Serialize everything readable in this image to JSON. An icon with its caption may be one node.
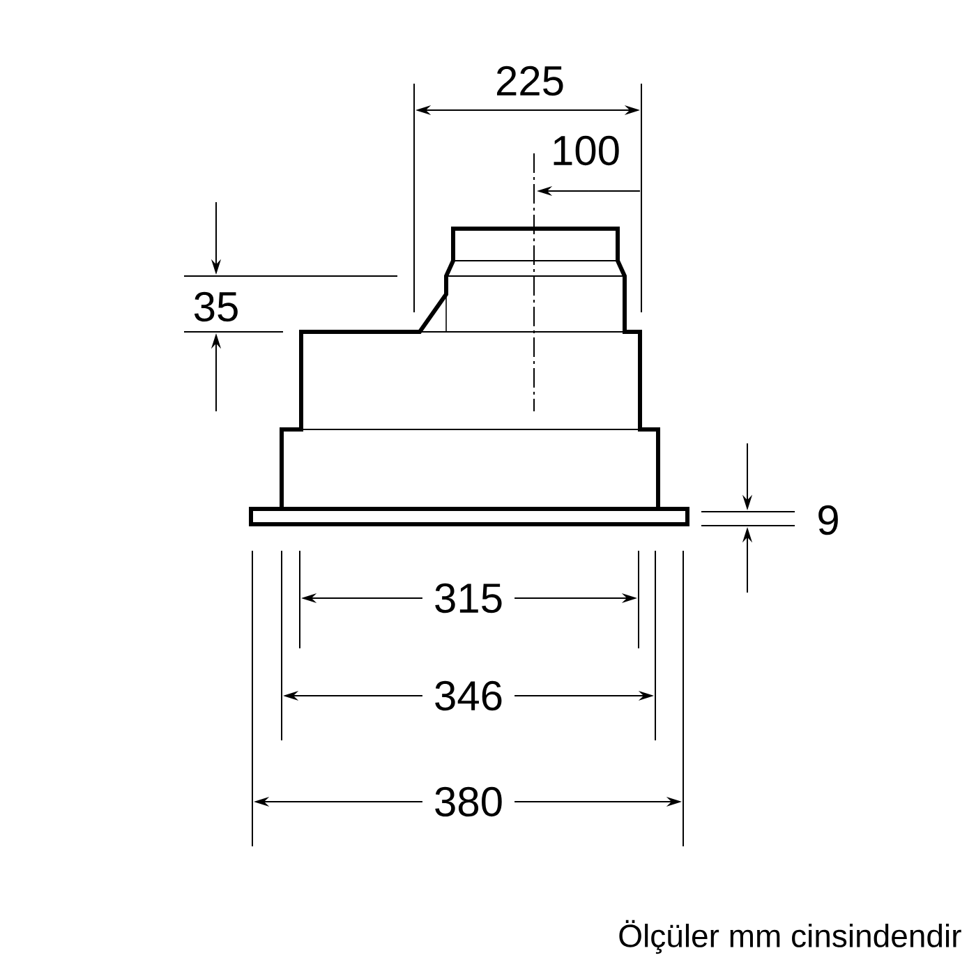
{
  "diagram": {
    "caption": "Ölçüler mm cinsindendir",
    "labels": [
      "225",
      "100",
      "35",
      "9",
      "315",
      "346",
      "380"
    ]
  }
}
